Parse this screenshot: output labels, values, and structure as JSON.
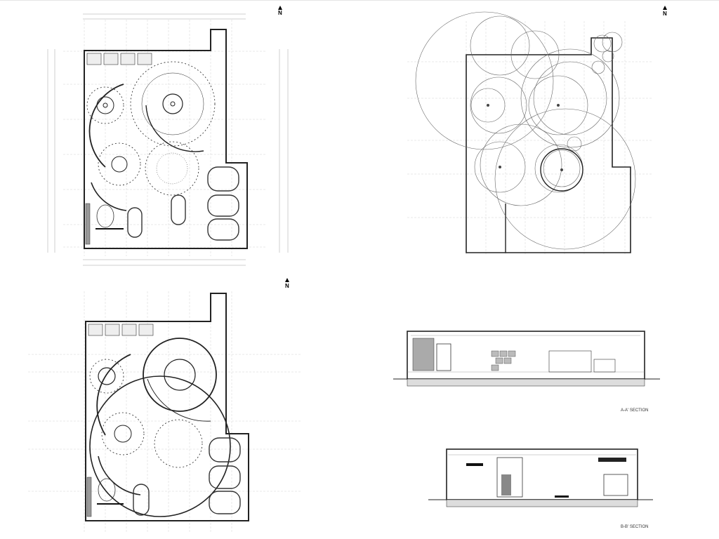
{
  "north_label": "N",
  "section_aa_title": "A-A' SECTION",
  "section_bb_title": "B-B' SECTION",
  "colors": {
    "ink": "#222222",
    "faint": "#9a9a9a",
    "bg": "#ffffff"
  }
}
